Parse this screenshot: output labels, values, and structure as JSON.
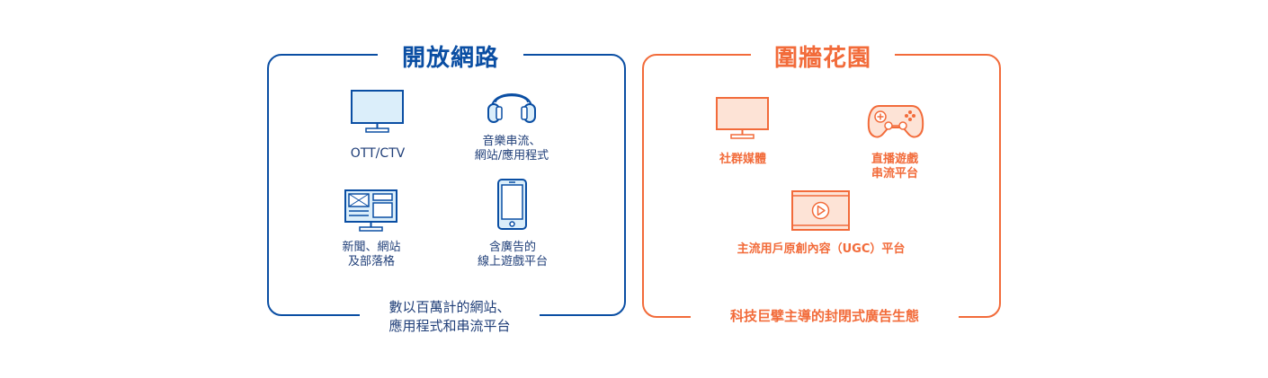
{
  "open_web": {
    "title": "開放網路",
    "items": [
      {
        "label": "OTT/CTV",
        "icon": "tv-icon"
      },
      {
        "label": "音樂串流、\n網站/應用程式",
        "icon": "headphones-icon"
      },
      {
        "label": "新聞、網站\n及部落格",
        "icon": "news-monitor-icon"
      },
      {
        "label": "含廣告的\n線上遊戲平台",
        "icon": "smartphone-icon"
      }
    ],
    "caption": "數以百萬計的網站、\n應用程式和串流平台",
    "color": "#0a4ea3"
  },
  "walled_garden": {
    "title": "圍牆花園",
    "items": [
      {
        "label": "社群媒體",
        "icon": "monitor-icon"
      },
      {
        "label": "直播遊戲\n串流平台",
        "icon": "gamepad-icon"
      },
      {
        "label": "主流用戶原創內容（UGC）平台",
        "icon": "video-play-icon"
      }
    ],
    "caption": "科技巨擘主導的封閉式廣告生態",
    "color": "#f26b3a"
  }
}
